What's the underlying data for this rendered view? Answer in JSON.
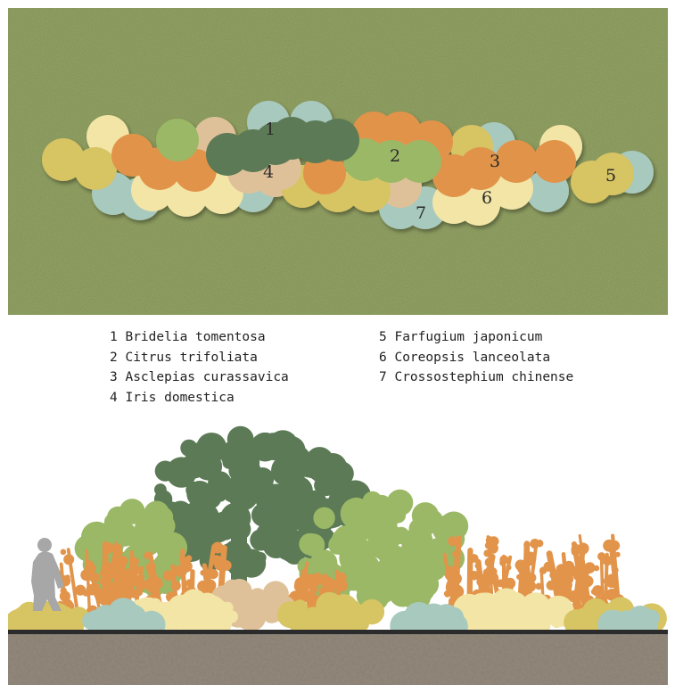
{
  "colors": {
    "grass": "#7f8f4e",
    "bridelia": "#5b7a55",
    "citrus": "#9bb866",
    "asclepias": "#e1944a",
    "iris": "#dfc199",
    "farfugium": "#d7c463",
    "coreopsis": "#f3e5a6",
    "crossostephium": "#a8c9bd",
    "soil": "#8a7e70",
    "ground_line": "#2b2b2b",
    "person": "#a7a7a7"
  },
  "plan": {
    "markers": [
      {
        "num": "1",
        "species": "bridelia"
      },
      {
        "num": "2",
        "species": "citrus"
      },
      {
        "num": "3",
        "species": "asclepias"
      },
      {
        "num": "4",
        "species": "iris"
      },
      {
        "num": "5",
        "species": "farfugium"
      },
      {
        "num": "6",
        "species": "coreopsis"
      },
      {
        "num": "7",
        "species": "crossostephium"
      }
    ]
  },
  "legend": {
    "left": [
      "1 Bridelia tomentosa",
      "2 Citrus trifoliata",
      "3 Asclepias curassavica",
      "4 Iris domestica"
    ],
    "right": [
      "5 Farfugium japonicum",
      "6 Coreopsis lanceolata",
      "7 Crossostephium chinense"
    ]
  },
  "section": {
    "figure": "person-silhouette",
    "ground": "soil"
  }
}
